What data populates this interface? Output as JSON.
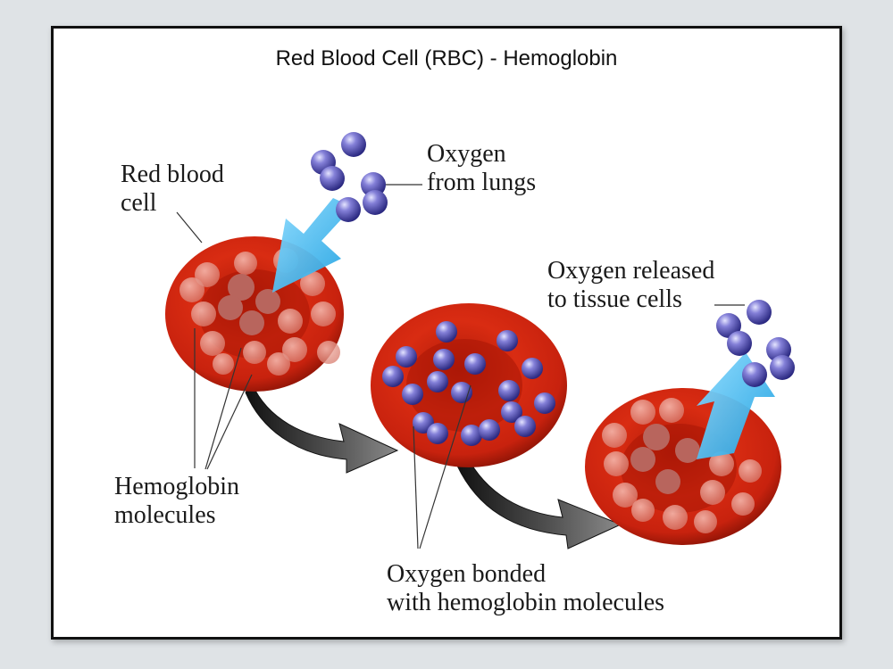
{
  "title": "Red Blood Cell (RBC) - Hemoglobin",
  "labels": {
    "red_blood_cell": "Red blood\ncell",
    "oxygen_from_lungs": "Oxygen\nfrom lungs",
    "oxygen_released": "Oxygen released\nto tissue cells",
    "hemoglobin": "Hemoglobin\nmolecules",
    "oxygen_bonded": "Oxygen bonded\nwith hemoglobin molecules"
  },
  "colors": {
    "cell_red": "#d42a12",
    "cell_dark": "#8c1206",
    "hemoglobin": "#e89a90",
    "oxygen": "#5d5ab8",
    "arrow_blue": "#3fb6ea",
    "arrow_dark": "#2a2a2a"
  }
}
